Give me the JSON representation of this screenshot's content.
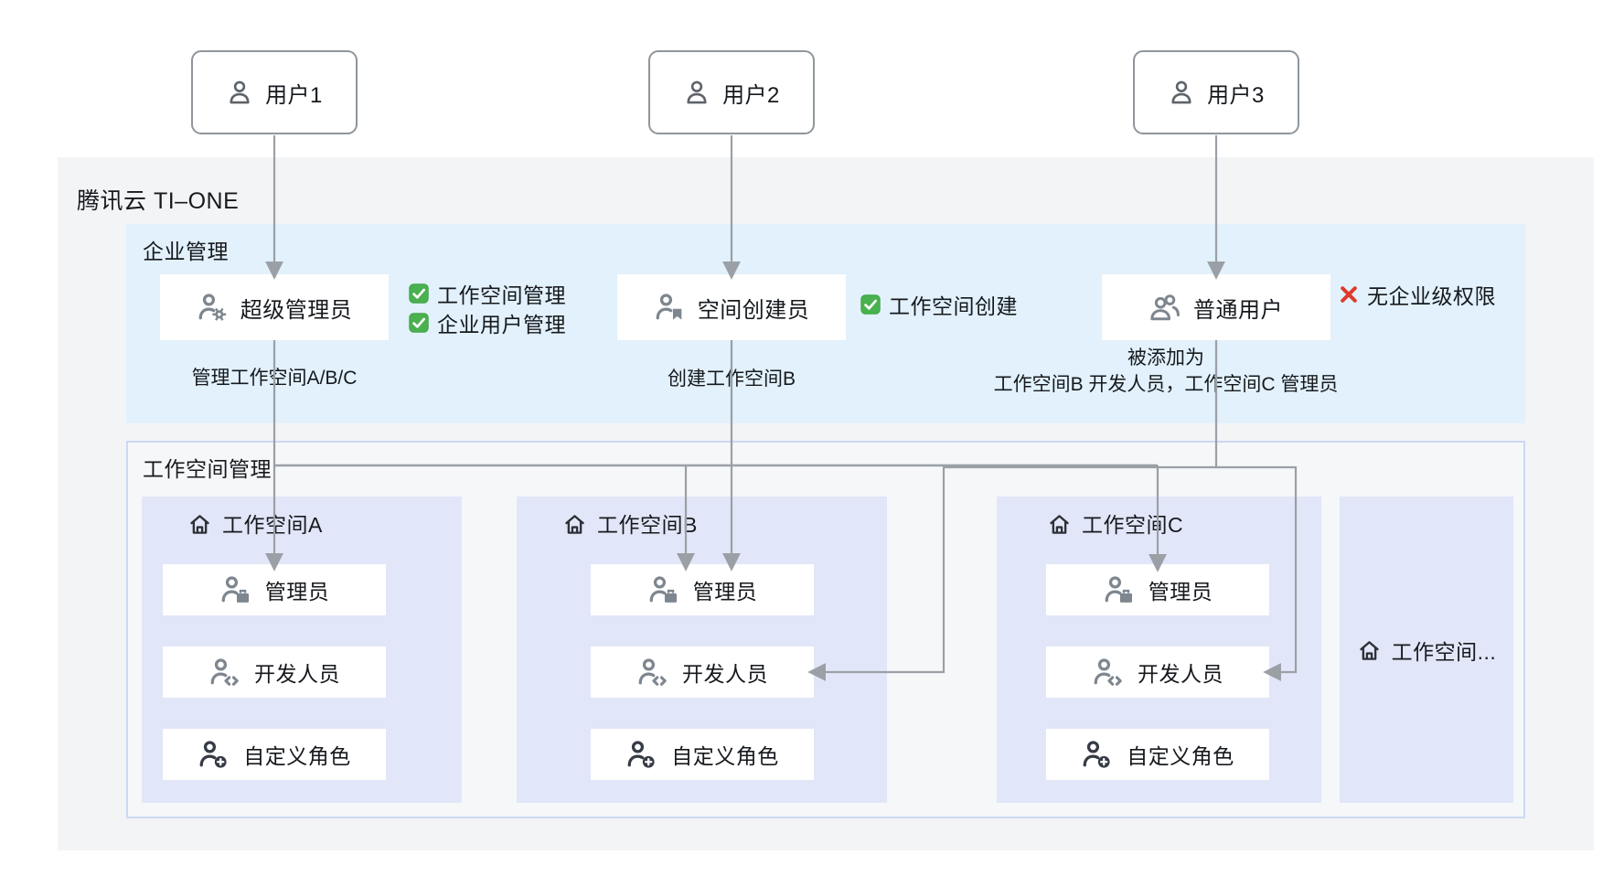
{
  "platform": {
    "title": "腾讯云 TI–ONE"
  },
  "users": [
    {
      "label": "用户1",
      "icon": "person-icon"
    },
    {
      "label": "用户2",
      "icon": "person-icon"
    },
    {
      "label": "用户3",
      "icon": "person-icon"
    }
  ],
  "enterprise": {
    "title": "企业管理",
    "roles": [
      {
        "name": "超级管理员",
        "icon": "person-gear-icon",
        "perms": [
          {
            "type": "check",
            "label": "工作空间管理"
          },
          {
            "type": "check",
            "label": "企业用户管理"
          }
        ],
        "note": "管理工作空间A/B/C"
      },
      {
        "name": "空间创建员",
        "icon": "person-badge-icon",
        "perms": [
          {
            "type": "check",
            "label": "工作空间创建"
          }
        ],
        "note": "创建工作空间B"
      },
      {
        "name": "普通用户",
        "icon": "people-icon",
        "perms": [
          {
            "type": "cross",
            "label": "无企业级权限"
          }
        ],
        "note_line1": "被添加为",
        "note_line2": "工作空间B 开发人员，工作空间C 管理员"
      }
    ]
  },
  "workspace_section": {
    "title": "工作空间管理",
    "role_icons": [
      "person-briefcase-icon",
      "person-code-icon",
      "person-plus-icon"
    ],
    "workspaces": [
      {
        "name": "工作空间A",
        "icon": "house-icon",
        "roles": [
          "管理员",
          "开发人员",
          "自定义角色"
        ]
      },
      {
        "name": "工作空间B",
        "icon": "house-icon",
        "roles": [
          "管理员",
          "开发人员",
          "自定义角色"
        ]
      },
      {
        "name": "工作空间C",
        "icon": "house-icon",
        "roles": [
          "管理员",
          "开发人员",
          "自定义角色"
        ]
      },
      {
        "name": "工作空间...",
        "icon": "house-icon",
        "roles": []
      }
    ]
  },
  "colors": {
    "check_green": "#49b14f",
    "cross_red": "#de3a2d",
    "connector_gray": "#9aa0a6",
    "enterprise_panel_blue": "#e2f1fb",
    "workspace_panel_purple": "#e1e7f8",
    "workspace_container_border": "#ccd8f3",
    "platform_container_gray": "#f3f4f6"
  }
}
